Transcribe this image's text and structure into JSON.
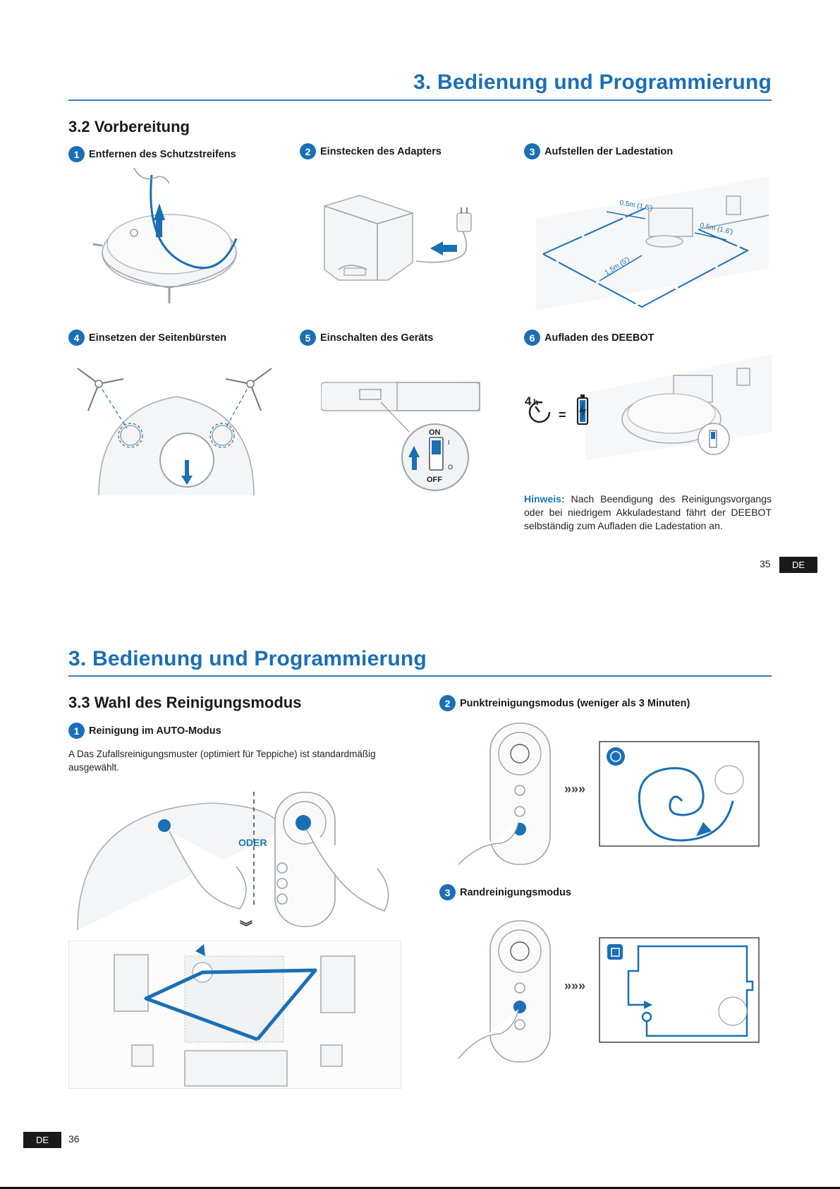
{
  "page_top": {
    "chapter_title": "3. Bedienung und Programmierung",
    "section_title": "3.2 Vorbereitung",
    "steps": [
      {
        "num": "1",
        "label": "Entfernen des Schutzstreifens"
      },
      {
        "num": "2",
        "label": "Einstecken des Adapters"
      },
      {
        "num": "3",
        "label": "Aufstellen der Ladestation"
      },
      {
        "num": "4",
        "label": "Einsetzen der Seitenbürsten"
      },
      {
        "num": "5",
        "label": "Einschalten des Geräts"
      },
      {
        "num": "6",
        "label": "Aufladen des DEEBOT"
      }
    ],
    "distances": {
      "side_left": "0.5m (1.6')",
      "side_right": "0.5m (1.6')",
      "front": "1.5m (5')"
    },
    "switch": {
      "on": "ON",
      "off": "OFF",
      "on_mark": "I",
      "off_mark": "O"
    },
    "charge": {
      "hours": "4",
      "unit": "h",
      "equals": "="
    },
    "note_label": "Hinweis:",
    "note_text": " Nach Beendigung des Reinigungsvorgangs oder bei niedrigem Akkuladestand fährt der DEEBOT selbständig zum Aufladen die Ladestation an.",
    "page_number": "35",
    "lang_badge": "DE"
  },
  "page_bottom": {
    "chapter_title": "3. Bedienung und Programmierung",
    "section_title": "3.3 Wahl des Reinigungsmodus",
    "steps": [
      {
        "num": "1",
        "label": "Reinigung im AUTO-Modus"
      },
      {
        "num": "2",
        "label": "Punktreinigungsmodus (weniger als 3 Minuten)"
      },
      {
        "num": "3",
        "label": "Randreinigungsmodus"
      }
    ],
    "auto_text": "A Das Zufallsreinigungsmuster (optimiert für Teppiche) ist standardmäßig ausgewählt.",
    "oder_label": "ODER",
    "arrows": "»»»",
    "page_number": "36",
    "lang_badge": "DE"
  },
  "colors": {
    "accent": "#1a6fb5",
    "badge": "#1a1a1a"
  }
}
